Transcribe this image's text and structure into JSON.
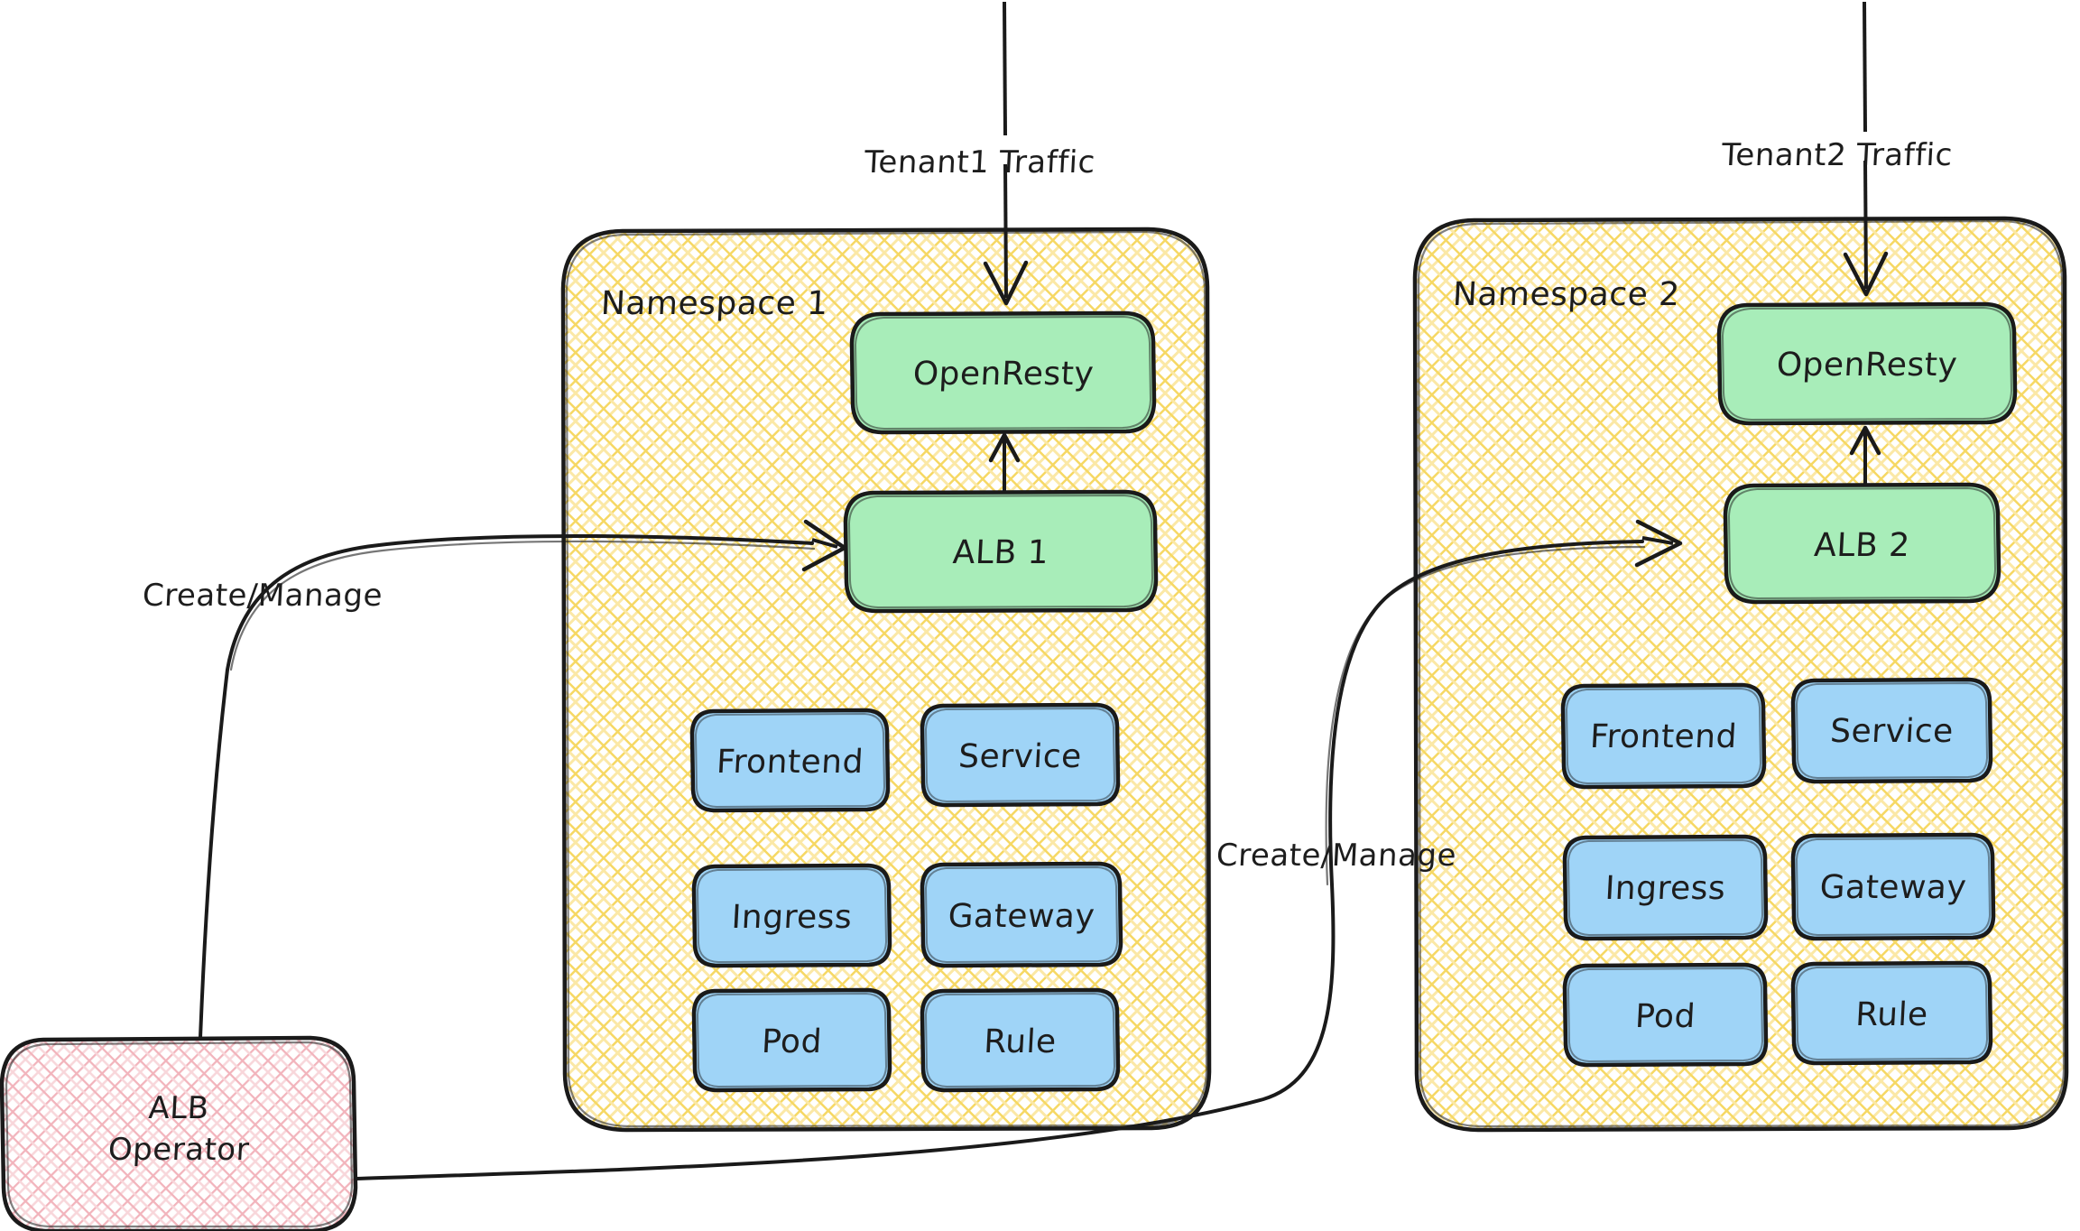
{
  "diagram": {
    "title": "ALB Operator multi-tenant namespace architecture",
    "background": "#ffffff",
    "colors": {
      "namespace_fill": "#fbe98a",
      "namespace_stroke": "#1a1a1a",
      "green_fill": "#a8edb9",
      "green_stroke": "#1a1a1a",
      "blue_fill": "#9fd4f7",
      "blue_stroke": "#1a1a1a",
      "operator_fill": "#f6b9c0",
      "operator_stroke": "#1a1a1a",
      "text": "#1d1d1d",
      "arrow": "#1a1a1a"
    }
  },
  "traffic": {
    "tenant1_label": "Tenant1 Traffic",
    "tenant2_label": "Tenant2 Traffic"
  },
  "edges": {
    "create_manage_1": "Create/Manage",
    "create_manage_2": "Create/Manage"
  },
  "operator": {
    "line1": "ALB",
    "line2": "Operator"
  },
  "namespaces": [
    {
      "label": "Namespace 1",
      "gateway": "OpenResty",
      "alb": "ALB 1",
      "resources": [
        "Frontend",
        "Service",
        "Ingress",
        "Gateway",
        "Pod",
        "Rule"
      ]
    },
    {
      "label": "Namespace 2",
      "gateway": "OpenResty",
      "alb": "ALB 2",
      "resources": [
        "Frontend",
        "Service",
        "Ingress",
        "Gateway",
        "Pod",
        "Rule"
      ]
    }
  ]
}
